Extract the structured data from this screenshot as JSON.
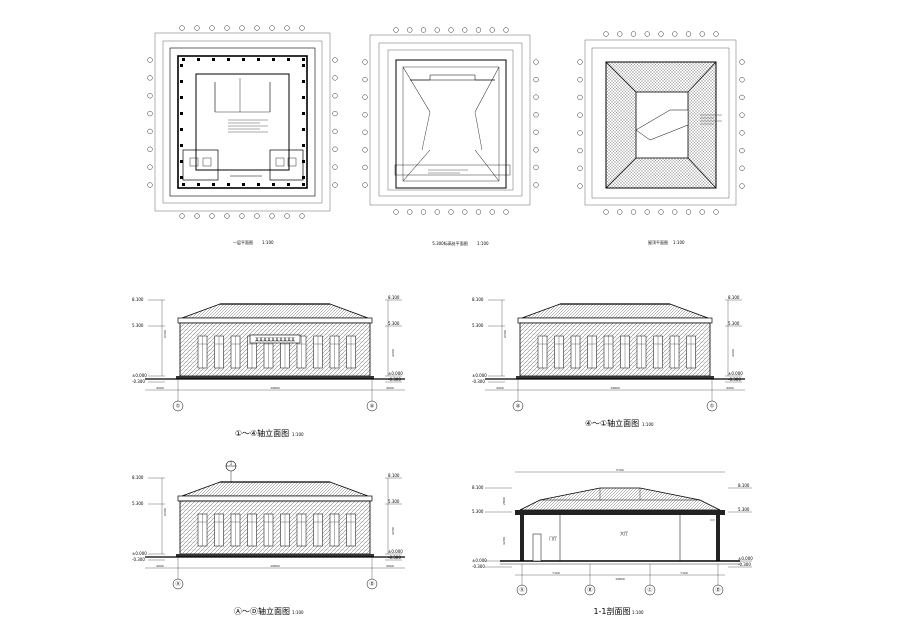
{
  "sheet": {
    "plans": [
      {
        "id": "plan-1",
        "title": "一层平面图",
        "scale": "1:100"
      },
      {
        "id": "plan-2",
        "title": "5.300标高处平面图",
        "scale": "1:100"
      },
      {
        "id": "plan-3",
        "title": "屋顶平面图",
        "scale": "1:100"
      }
    ],
    "elevations": [
      {
        "id": "elev-1",
        "title": "①～④轴立面图",
        "scale": "1:100",
        "axis_left": "①",
        "axis_right": "④",
        "sign_text": "某某某某某某某某某某"
      },
      {
        "id": "elev-2",
        "title": "④～①轴立面图",
        "scale": "1:100",
        "axis_left": "④",
        "axis_right": "①"
      },
      {
        "id": "elev-3",
        "title": "Ⓐ～Ⓓ轴立面图",
        "scale": "1:100",
        "axis_left": "Ⓐ",
        "axis_right": "Ⓓ"
      },
      {
        "id": "section-1",
        "title": "1-1剖面图",
        "scale": "1:100",
        "axes": [
          "Ⓐ",
          "Ⓑ",
          "Ⓒ",
          "Ⓓ"
        ],
        "room_label": "大厅",
        "side_label": "门厅"
      }
    ],
    "levels": {
      "top": "8.100",
      "mid": "5.300",
      "ground": "±0.000",
      "below": "-0.300"
    },
    "dims": {
      "total": "19800",
      "side": "4000",
      "bay": "7100",
      "center": "5700",
      "h1": "4200",
      "h2": "6300",
      "h3": "2800"
    },
    "callout": "1",
    "colors": {
      "line": "#000000",
      "paper": "#ffffff",
      "hatch": "#333333"
    }
  }
}
